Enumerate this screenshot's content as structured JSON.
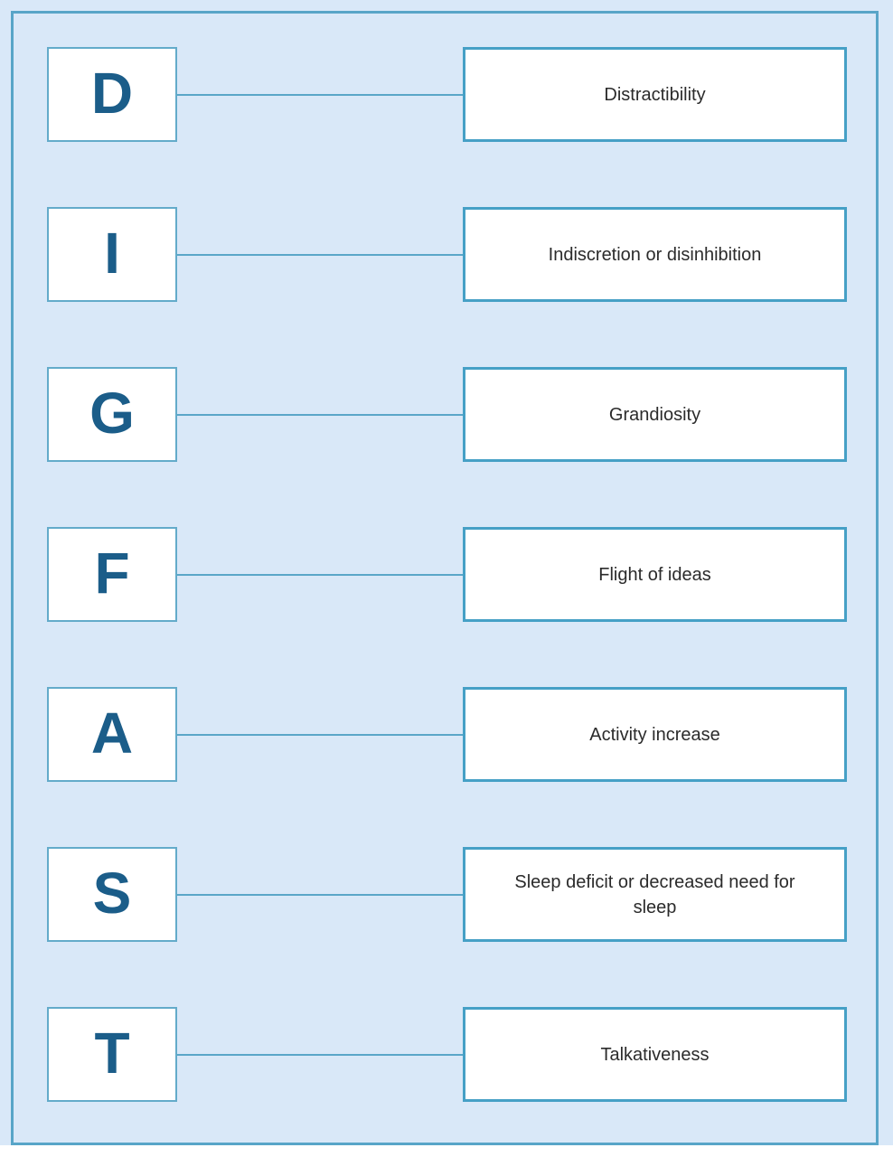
{
  "colors": {
    "panel_background": "#d9e8f8",
    "frame_border": "#58a5c8",
    "letter_box_border": "#63abca",
    "label_box_border": "#46a0c6",
    "connector_line": "#5aa6c8",
    "letter_text": "#1b5d89",
    "label_text": "#2b2b2b"
  },
  "rows": [
    {
      "letter": "D",
      "label": "Distractibility"
    },
    {
      "letter": "I",
      "label": "Indiscretion or disinhibition"
    },
    {
      "letter": "G",
      "label": "Grandiosity"
    },
    {
      "letter": "F",
      "label": "Flight of ideas"
    },
    {
      "letter": "A",
      "label": "Activity increase"
    },
    {
      "letter": "S",
      "label": "Sleep deficit or decreased need for sleep"
    },
    {
      "letter": "T",
      "label": "Talkativeness"
    }
  ]
}
